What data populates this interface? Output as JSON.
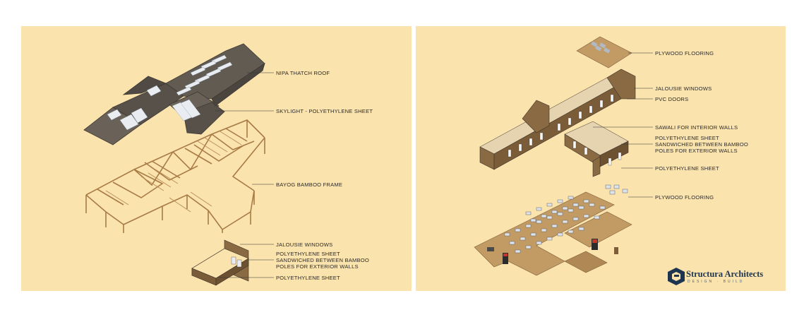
{
  "left_panel": {
    "labels": {
      "roof": "NIPA THATCH ROOF",
      "skylight": "SKYLIGHT - POLYETHYLENE SHEET",
      "frame": "BAYOG BAMBOO FRAME",
      "jalousie": "JALOUSIE WINDOWS",
      "poly_sandwich": [
        "POLYETHYLENE SHEET",
        "SANDWICHED BETWEEN BAMBOO",
        "POLES FOR EXTERIOR WALLS"
      ],
      "poly_sheet": "POLYETHYLENE SHEET"
    }
  },
  "right_panel": {
    "labels": {
      "plywood_top": "PLYWOOD FLOORING",
      "jalousie": "JALOUSIE WINDOWS",
      "pvc_doors": "PVC DOORS",
      "sawali": "SAWALI FOR INTERIOR WALLS",
      "poly_sandwich": [
        "POLYETHYLENE SHEET",
        "SANDWICHED BETWEEN BAMBOO",
        "POLES FOR EXTERIOR WALLS"
      ],
      "poly_sheet": "POLYETHYLENE SHEET",
      "plywood_bottom": "PLYWOOD FLOORING"
    }
  },
  "brand": {
    "name": "Structura Architects",
    "tagline": "DESIGN · BUILD"
  },
  "colors": {
    "panel_bg": "#fbe3ae",
    "roof": "#5e574d",
    "bamboo": "#a87b45",
    "wall": "#8a6a42",
    "floor": "#c29a64",
    "brand": "#1e3550",
    "accent_red": "#c0392b"
  }
}
